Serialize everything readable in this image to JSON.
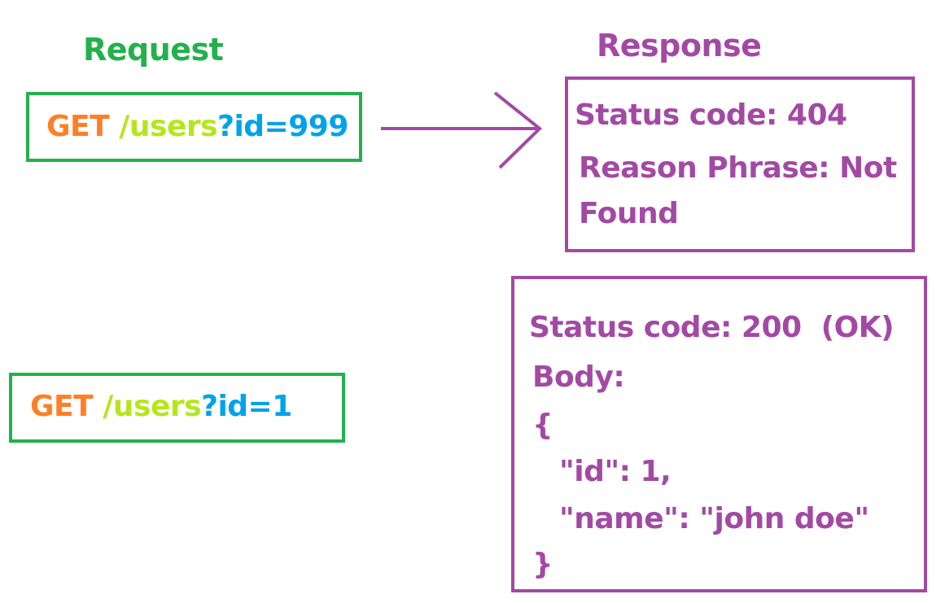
{
  "headings": {
    "request": "Request",
    "response": "Response"
  },
  "requests": [
    {
      "method": "GET",
      "path": "/users",
      "query": "?id=999"
    },
    {
      "method": "GET",
      "path": "/users",
      "query": "?id=1"
    }
  ],
  "responses": [
    {
      "lines": [
        "Status code: 404",
        "Reason Phrase: Not",
        "Found"
      ]
    },
    {
      "lines": [
        "Status code: 200  (OK)",
        "Body:",
        "{",
        "\"id\": 1,",
        "\"name\": \"john doe\"",
        "}"
      ]
    }
  ],
  "colors": {
    "request_heading": "#22b14c",
    "response_heading": "#a349a4",
    "request_box_border": "#22b14c",
    "response_box_border": "#a349a4",
    "method": "#ff7f27",
    "path": "#b5e61d",
    "query": "#00a2e8",
    "arrow": "#a349a4"
  },
  "icons": {
    "arrow": "right-arrow-icon"
  }
}
